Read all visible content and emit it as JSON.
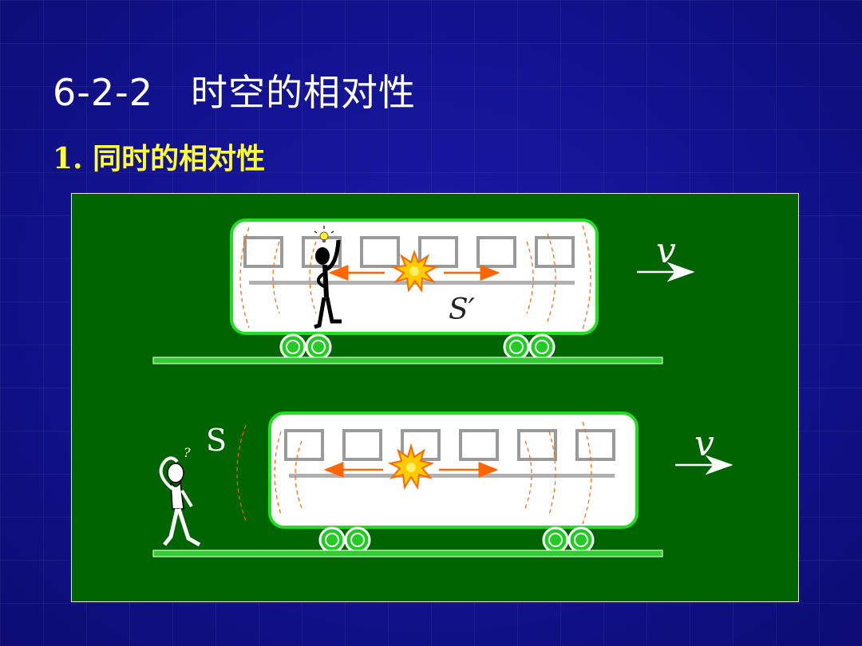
{
  "slide": {
    "title": "6-2-2　时空的相对性",
    "subtitle": "1. 同时的相对性"
  },
  "diagram": {
    "train_frame_label": "S′",
    "ground_frame_label": "S",
    "velocity_label_top": "v",
    "velocity_label_bottom": "v",
    "thought_mark": "?",
    "colors": {
      "background": "#12128f",
      "panel": "#006400",
      "train_body": "#ffffff",
      "train_border": "#22dd22",
      "track": "#33cc33",
      "light_arrow": "#ff6600",
      "title_text": "#ffffff",
      "subtitle_text": "#ffff33"
    },
    "icons": [
      "flash-icon",
      "lightbulb-icon",
      "person-icon",
      "wheel-icon",
      "arrow-right-icon",
      "arrow-left-icon"
    ]
  }
}
